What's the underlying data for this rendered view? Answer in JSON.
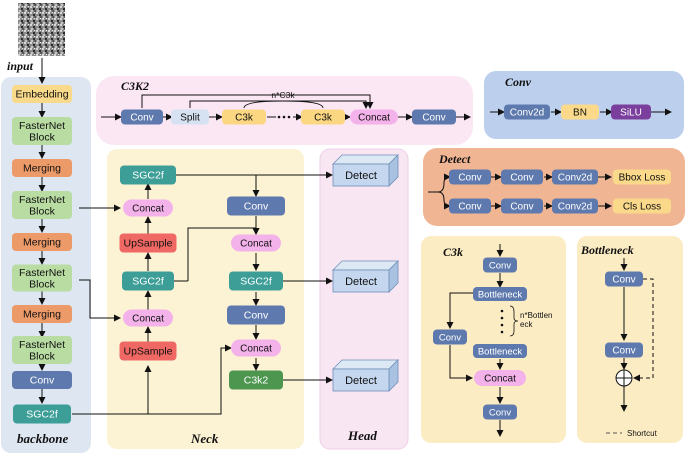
{
  "labels": {
    "input": "input",
    "backbone": "backbone",
    "neck": "Neck",
    "head": "Head",
    "c3k2_title": "C3K2",
    "conv_title": "Conv",
    "detect_title": "Detect",
    "c3k_title": "C3k",
    "bottleneck_title": "Bottleneck"
  },
  "backbone": {
    "embedding": "Embedding",
    "fasternet_1": "FasterNet\nBlock",
    "merging_1": "Merging",
    "fasternet_2": "FasterNet\nBlock",
    "merging_2": "Merging",
    "fasternet_3": "FasterNet\nBlock",
    "merging_3": "Merging",
    "fasternet_4": "FasterNet\nBlock",
    "conv": "Conv",
    "sgc2f": "SGC2f"
  },
  "neck": {
    "sgc2f_top": "SGC2f",
    "concat_1": "Concat",
    "upsample_1": "UpSample",
    "sgc2f_mid": "SGC2f",
    "concat_2": "Concat",
    "upsample_2": "UpSample",
    "conv_1": "Conv",
    "concat_3": "Concat",
    "sgc2f_right": "SGC2f",
    "conv_2": "Conv",
    "concat_4": "Concat",
    "c3k2": "C3k2"
  },
  "head": {
    "detect_1": "Detect",
    "detect_2": "Detect",
    "detect_3": "Detect"
  },
  "c3k2_block": {
    "conv_in": "Conv",
    "split": "Split",
    "c3k_1": "C3k",
    "repeat": "n*C3k",
    "c3k_2": "C3k",
    "concat": "Concat",
    "conv_out": "Conv"
  },
  "conv_block": {
    "conv2d": "Conv2d",
    "bn": "BN",
    "silu": "SiLU"
  },
  "detect_block": {
    "conv_a1": "Conv",
    "conv_a2": "Conv",
    "conv2d_a": "Conv2d",
    "bbox_loss": "Bbox Loss",
    "conv_b1": "Conv",
    "conv_b2": "Conv",
    "conv2d_b": "Conv2d",
    "cls_loss": "Cls Loss"
  },
  "c3k_block": {
    "conv_top": "Conv",
    "bottleneck_1": "Bottleneck",
    "repeat": "n*Bottlen\neck",
    "bottleneck_2": "Bottleneck",
    "conv_side": "Conv",
    "concat": "Concat",
    "conv_bottom": "Conv"
  },
  "bottleneck_block": {
    "conv_1": "Conv",
    "conv_2": "Conv",
    "shortcut": "Shortcut"
  },
  "colors": {
    "backbone_bg": "#dde6f1",
    "neck_bg": "#fcf2d4",
    "head_bg": "#f8e6f3",
    "c3k2_bg": "#fbe6f4",
    "conv_bg": "#bcd0ee",
    "detect_bg": "#f0b592",
    "c3k_bg": "#fcecc4",
    "embedding": "#f9d98a",
    "fasternet": "#b9dca3",
    "merging": "#ec9a68",
    "conv": "#5e79ad",
    "sgc2f": "#3c9e97",
    "concat": "#f4b2ea",
    "upsample": "#ef6863",
    "c3k2": "#4c9650",
    "split": "#d6e2f2",
    "c3k": "#fbd782",
    "bn": "#fad98a",
    "silu": "#7a3f9c",
    "detect3d": "#c4d7ee"
  }
}
